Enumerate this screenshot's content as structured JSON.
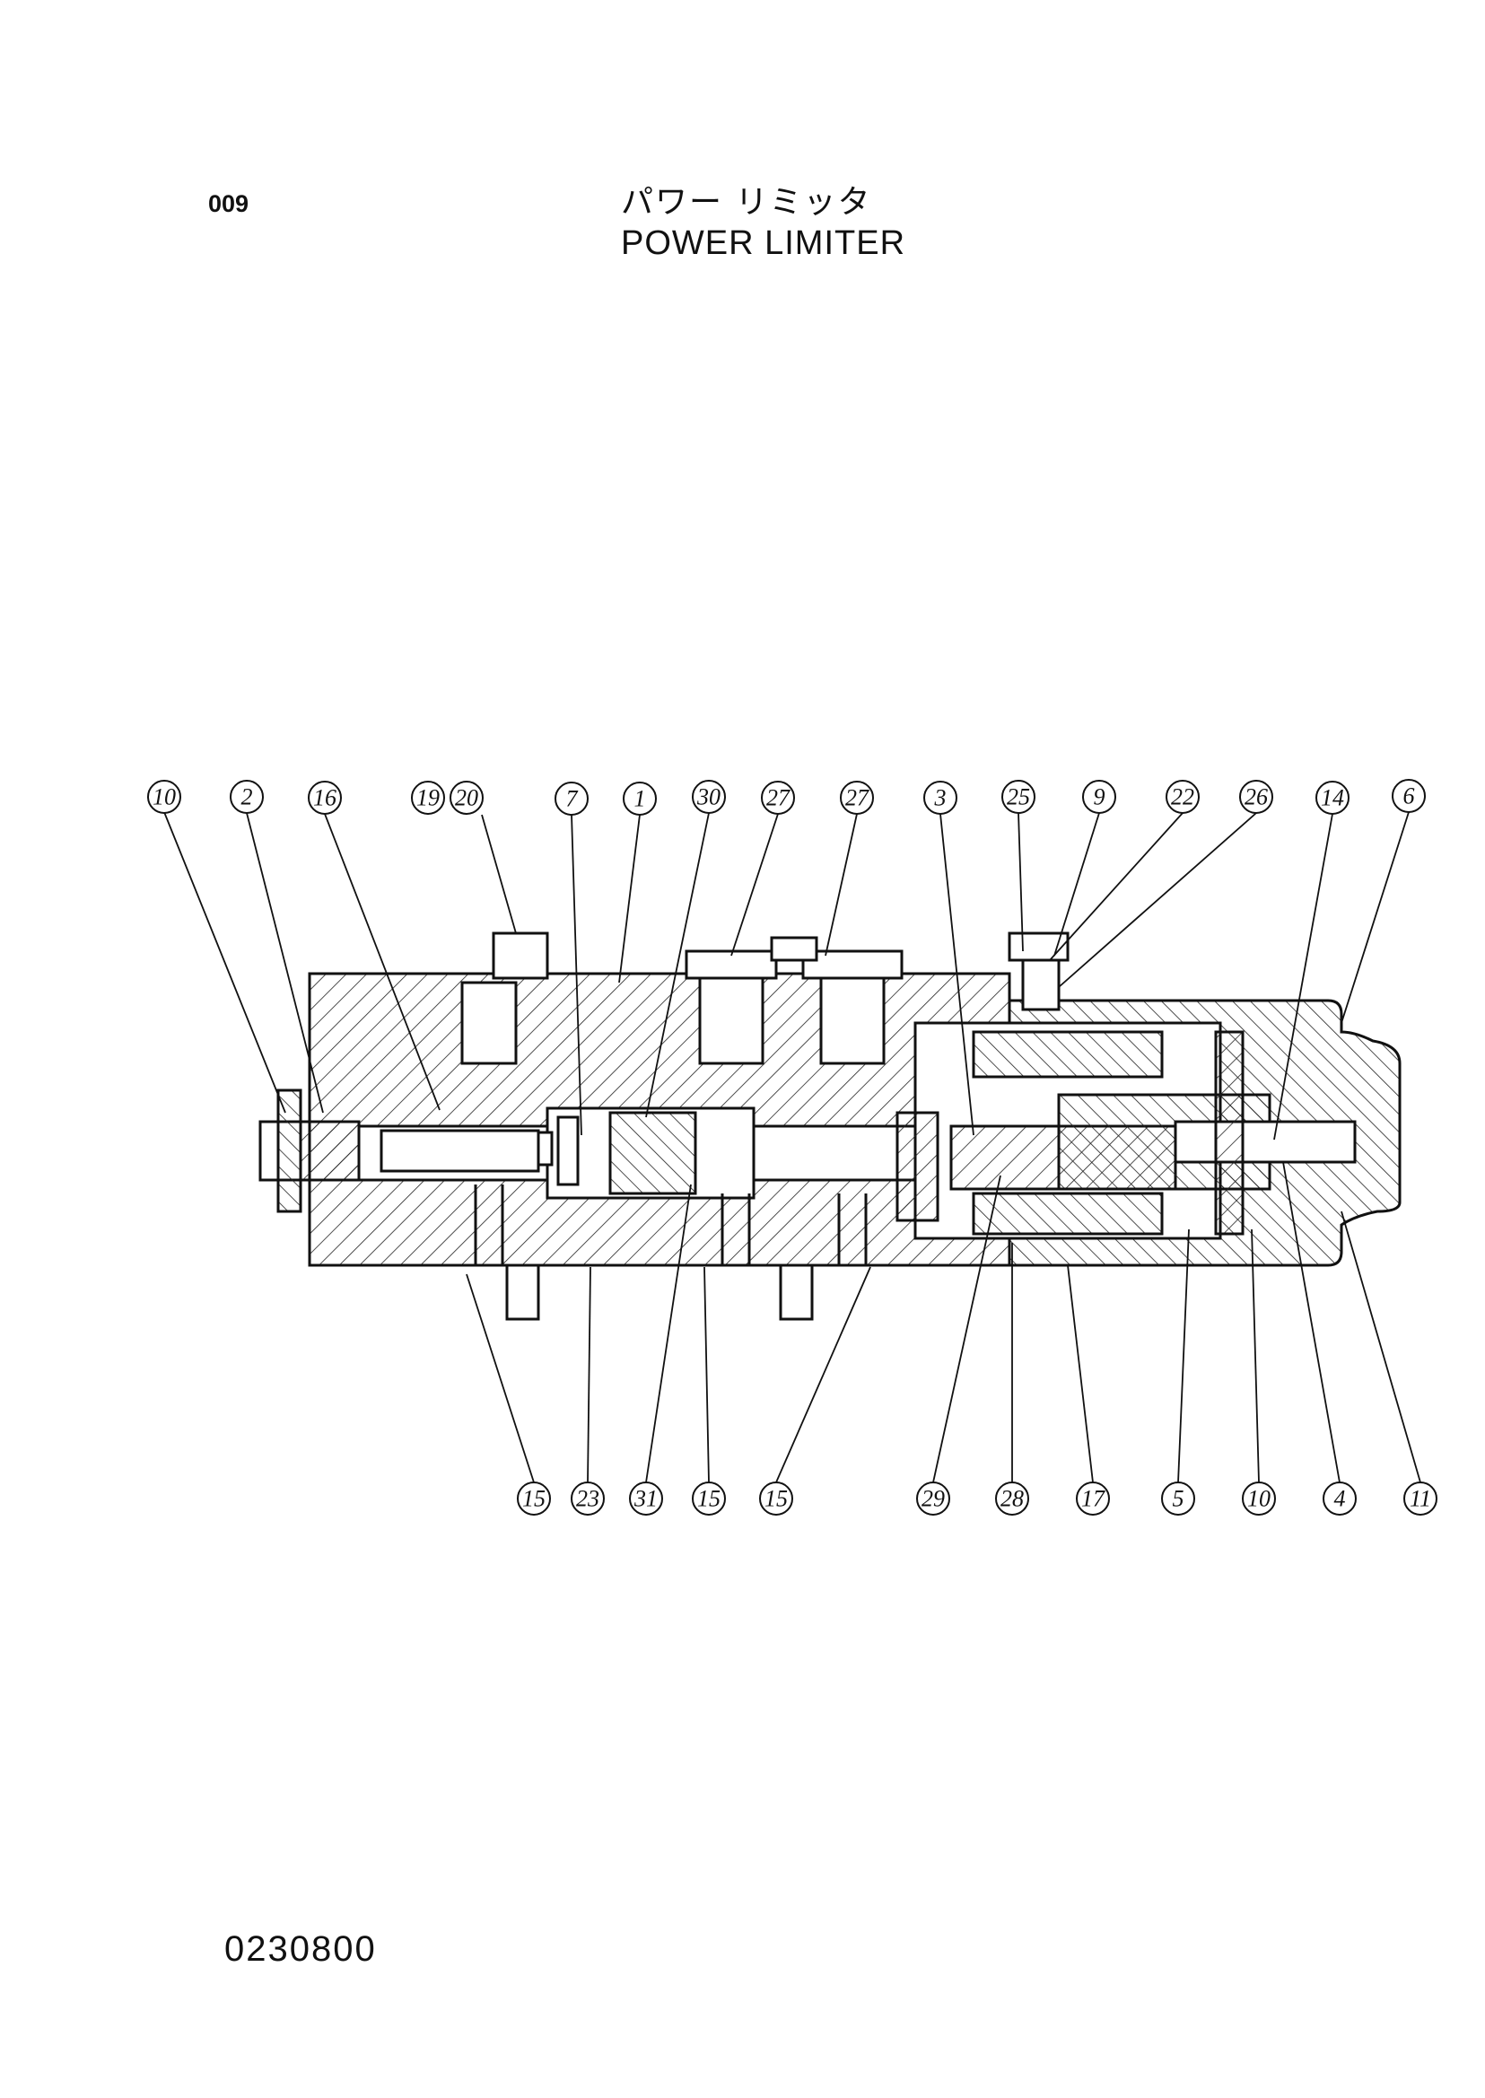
{
  "page": {
    "number": "009",
    "title_jp": "パワー リミッタ",
    "title_en": "POWER LIMITER",
    "drawing_number": "0230800"
  },
  "callouts_top": [
    "10",
    "2",
    "16",
    "19",
    "20",
    "7",
    "1",
    "30",
    "27",
    "27",
    "3",
    "25",
    "9",
    "22",
    "26",
    "14",
    "6"
  ],
  "callouts_bottom": [
    "15",
    "23",
    "31",
    "15",
    "15",
    "29",
    "28",
    "17",
    "5",
    "10",
    "4",
    "11"
  ]
}
